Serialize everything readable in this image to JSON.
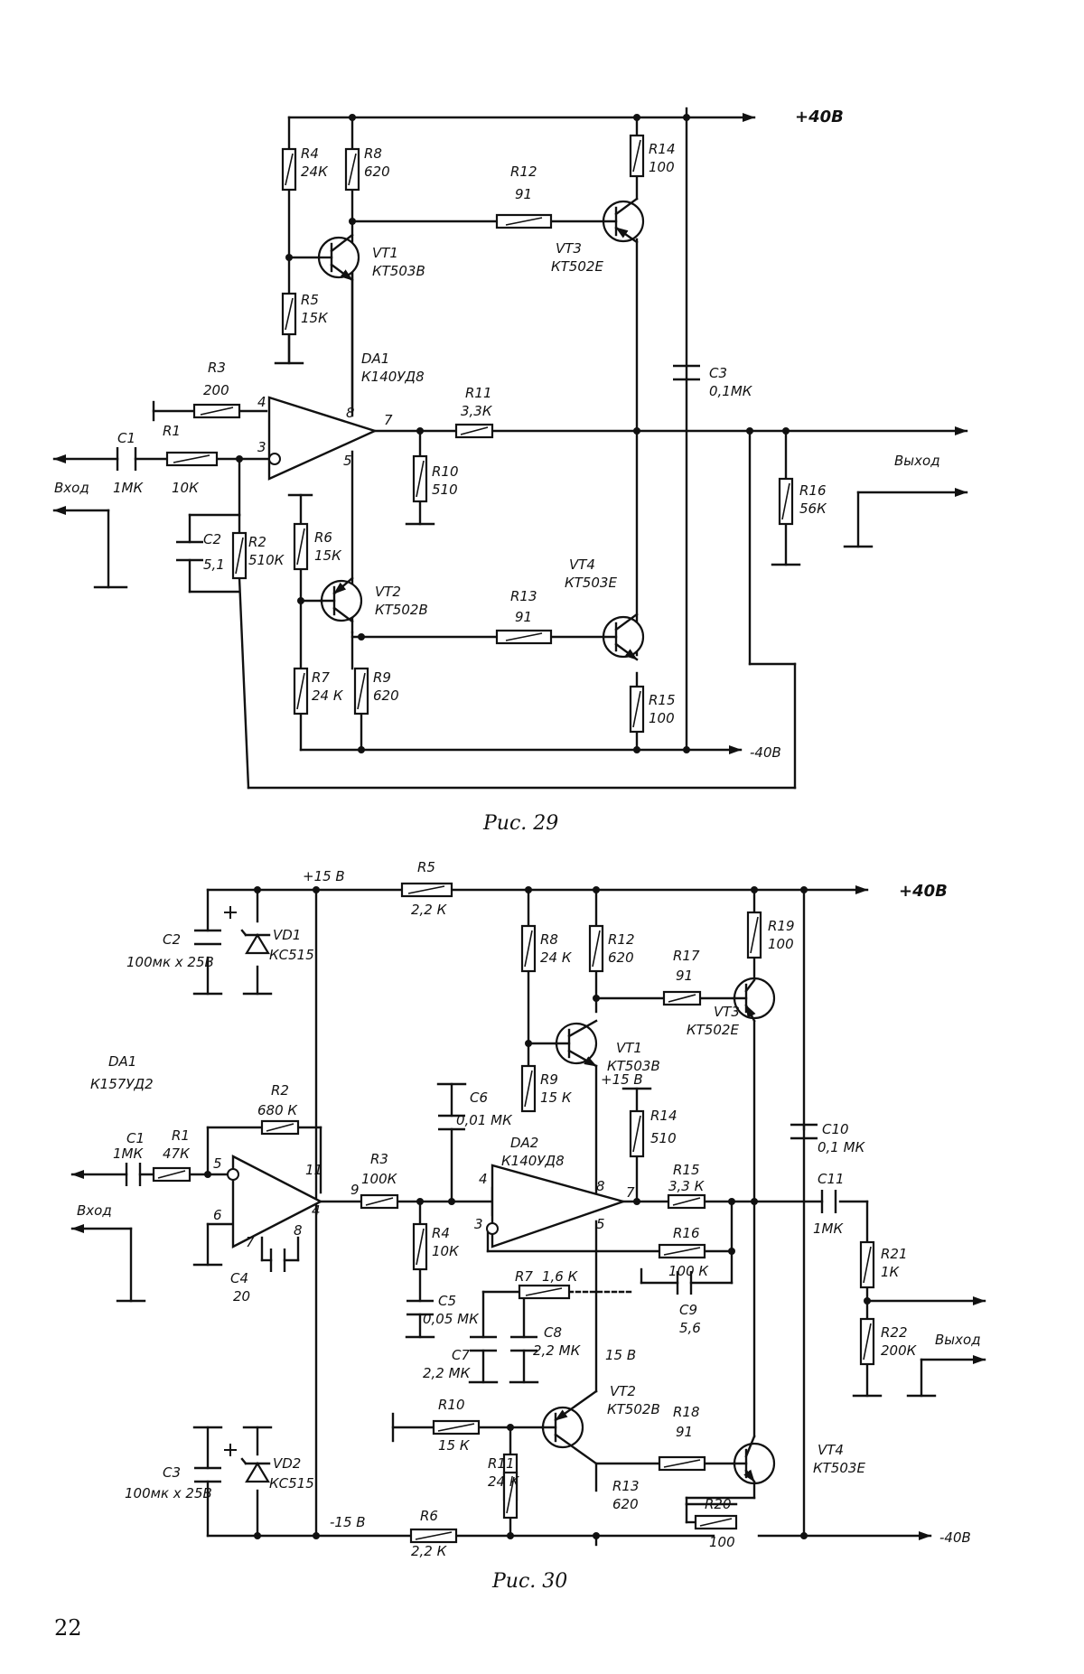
{
  "page_number": "22",
  "fig29": {
    "caption": "Рис. 29",
    "supply_pos": "+40В",
    "supply_neg": "-40В",
    "input_label": "Вход",
    "output_label": "Выход",
    "opamp": {
      "ref": "DA1",
      "type": "К140УД8",
      "pins": {
        "p4": "4",
        "p8": "8",
        "p3": "3",
        "p7": "7",
        "p5": "5"
      }
    },
    "resistors": [
      {
        "ref": "R1",
        "value": "10К"
      },
      {
        "ref": "R2",
        "value": "510К"
      },
      {
        "ref": "R3",
        "value": "200"
      },
      {
        "ref": "R4",
        "value": "24К"
      },
      {
        "ref": "R5",
        "value": "15К"
      },
      {
        "ref": "R6",
        "value": "15К"
      },
      {
        "ref": "R7",
        "value": "24 К"
      },
      {
        "ref": "R8",
        "value": "620"
      },
      {
        "ref": "R9",
        "value": "620"
      },
      {
        "ref": "R10",
        "value": "510"
      },
      {
        "ref": "R11",
        "value": "3,3К"
      },
      {
        "ref": "R12",
        "value": "91"
      },
      {
        "ref": "R13",
        "value": "91"
      },
      {
        "ref": "R14",
        "value": "100"
      },
      {
        "ref": "R15",
        "value": "100"
      },
      {
        "ref": "R16",
        "value": "56К"
      }
    ],
    "capacitors": [
      {
        "ref": "C1",
        "value": "1МК"
      },
      {
        "ref": "C2",
        "value": "5,1"
      },
      {
        "ref": "C3",
        "value": "0,1МК"
      }
    ],
    "transistors": [
      {
        "ref": "VT1",
        "type": "КТ503В"
      },
      {
        "ref": "VT2",
        "type": "КТ502В"
      },
      {
        "ref": "VT3",
        "type": "КТ502Е"
      },
      {
        "ref": "VT4",
        "type": "КТ503Е"
      }
    ]
  },
  "fig30": {
    "caption": "Рис. 30",
    "supply_pos": "+40В",
    "supply_neg": "-40В",
    "rail_p15": "+15 В",
    "rail_m15": "-15 В",
    "rail_p15_vt1": "+15 В",
    "rail_15_mid": "15 В",
    "input_label": "Вход",
    "output_label": "Выход",
    "da1": {
      "ref": "DA1",
      "type": "К157УД2",
      "pins": {
        "p5": "5",
        "p6": "6",
        "p7": "7",
        "p8": "8",
        "p11": "11",
        "p4": "4"
      }
    },
    "da2": {
      "ref": "DA2",
      "type": "К140УД8",
      "pins": {
        "p4": "4",
        "p8": "8",
        "p3": "3",
        "p7": "7",
        "p5": "5"
      }
    },
    "node9": "9",
    "resistors": [
      {
        "ref": "R1",
        "value": "47К"
      },
      {
        "ref": "R2",
        "value": "680 К"
      },
      {
        "ref": "R3",
        "value": "100К"
      },
      {
        "ref": "R4",
        "value": "10К"
      },
      {
        "ref": "R5",
        "value": "2,2 К"
      },
      {
        "ref": "R6",
        "value": "2,2 К"
      },
      {
        "ref": "R7",
        "value": "1,6 К"
      },
      {
        "ref": "R8",
        "value": "24 К"
      },
      {
        "ref": "R9",
        "value": "15 К"
      },
      {
        "ref": "R10",
        "value": "15 К"
      },
      {
        "ref": "R11",
        "value": "24 К"
      },
      {
        "ref": "R12",
        "value": "620"
      },
      {
        "ref": "R13",
        "value": "620"
      },
      {
        "ref": "R14",
        "value": "510"
      },
      {
        "ref": "R15",
        "value": "3,3 К"
      },
      {
        "ref": "R16",
        "value": "100 К"
      },
      {
        "ref": "R17",
        "value": "91"
      },
      {
        "ref": "R18",
        "value": "91"
      },
      {
        "ref": "R19",
        "value": "100"
      },
      {
        "ref": "R20",
        "value": "100"
      },
      {
        "ref": "R21",
        "value": "1К"
      },
      {
        "ref": "R22",
        "value": "200К"
      }
    ],
    "capacitors": [
      {
        "ref": "C1",
        "value": "1МК"
      },
      {
        "ref": "C2",
        "value": "100мк х 25В"
      },
      {
        "ref": "C3",
        "value": "100мк х 25В"
      },
      {
        "ref": "C4",
        "value": "20"
      },
      {
        "ref": "C5",
        "value": "0,05 МК"
      },
      {
        "ref": "C6",
        "value": "0,01 МК"
      },
      {
        "ref": "C7",
        "value": "2,2 МК"
      },
      {
        "ref": "C8",
        "value": "2,2 МК"
      },
      {
        "ref": "C9",
        "value": "5,6"
      },
      {
        "ref": "C10",
        "value": "0,1 МК"
      },
      {
        "ref": "C11",
        "value": "1МК"
      }
    ],
    "diodes": [
      {
        "ref": "VD1",
        "type": "КС515"
      },
      {
        "ref": "VD2",
        "type": "КС515"
      }
    ],
    "transistors": [
      {
        "ref": "VT1",
        "type": "КТ503В"
      },
      {
        "ref": "VT2",
        "type": "КТ502В"
      },
      {
        "ref": "VT3",
        "type": "КТ502Е"
      },
      {
        "ref": "VT4",
        "type": "КТ503Е"
      }
    ]
  }
}
